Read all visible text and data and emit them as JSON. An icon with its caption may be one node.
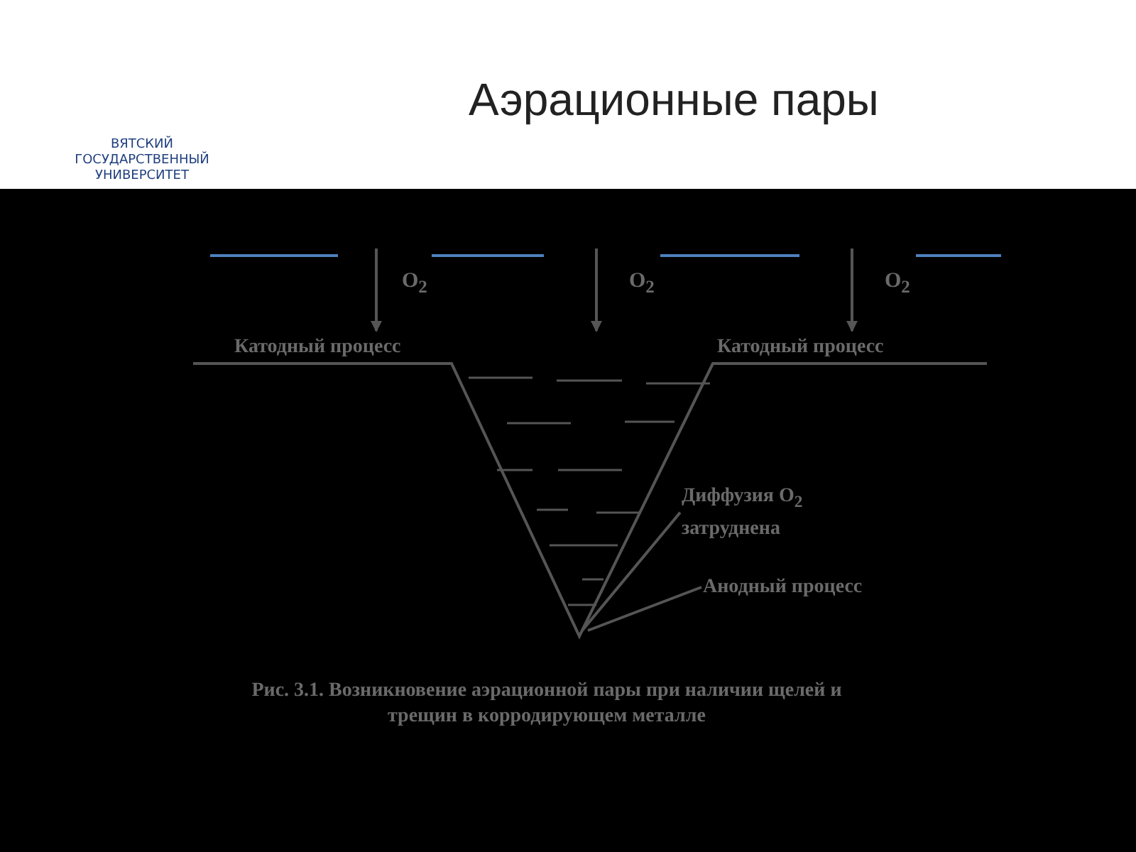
{
  "diagram": {
    "title": "Аэрационные пары",
    "caption": "Рис. 3.1. Возникновение аэрационной пары при наличии щелей и трещин в корродирующем металле",
    "nodes": [
      {
        "text": [
          "Диффузия O$_{2}$ затруднена"
        ]
      },
      {
        "text": [
          "Анодный процесс"
        ]
      }
    ],
    "edges": [
      {
        "from": 0,
        "to": null,
        "arrow": "none"
      },
      {
        "from": 1,
        "to": null,
        "arrow": "none"
      }
    ],
    "labels": [
      "ВЯТСКИЙ ГОСУДАРСТВЕННЫЙ УНИВЕРСИТЕТ",
      "O$_{2}$",
      "O$_{2}$",
      "O$_{2}$",
      "Катодный процесс",
      "Катодный процесс"
    ]
  }
}
